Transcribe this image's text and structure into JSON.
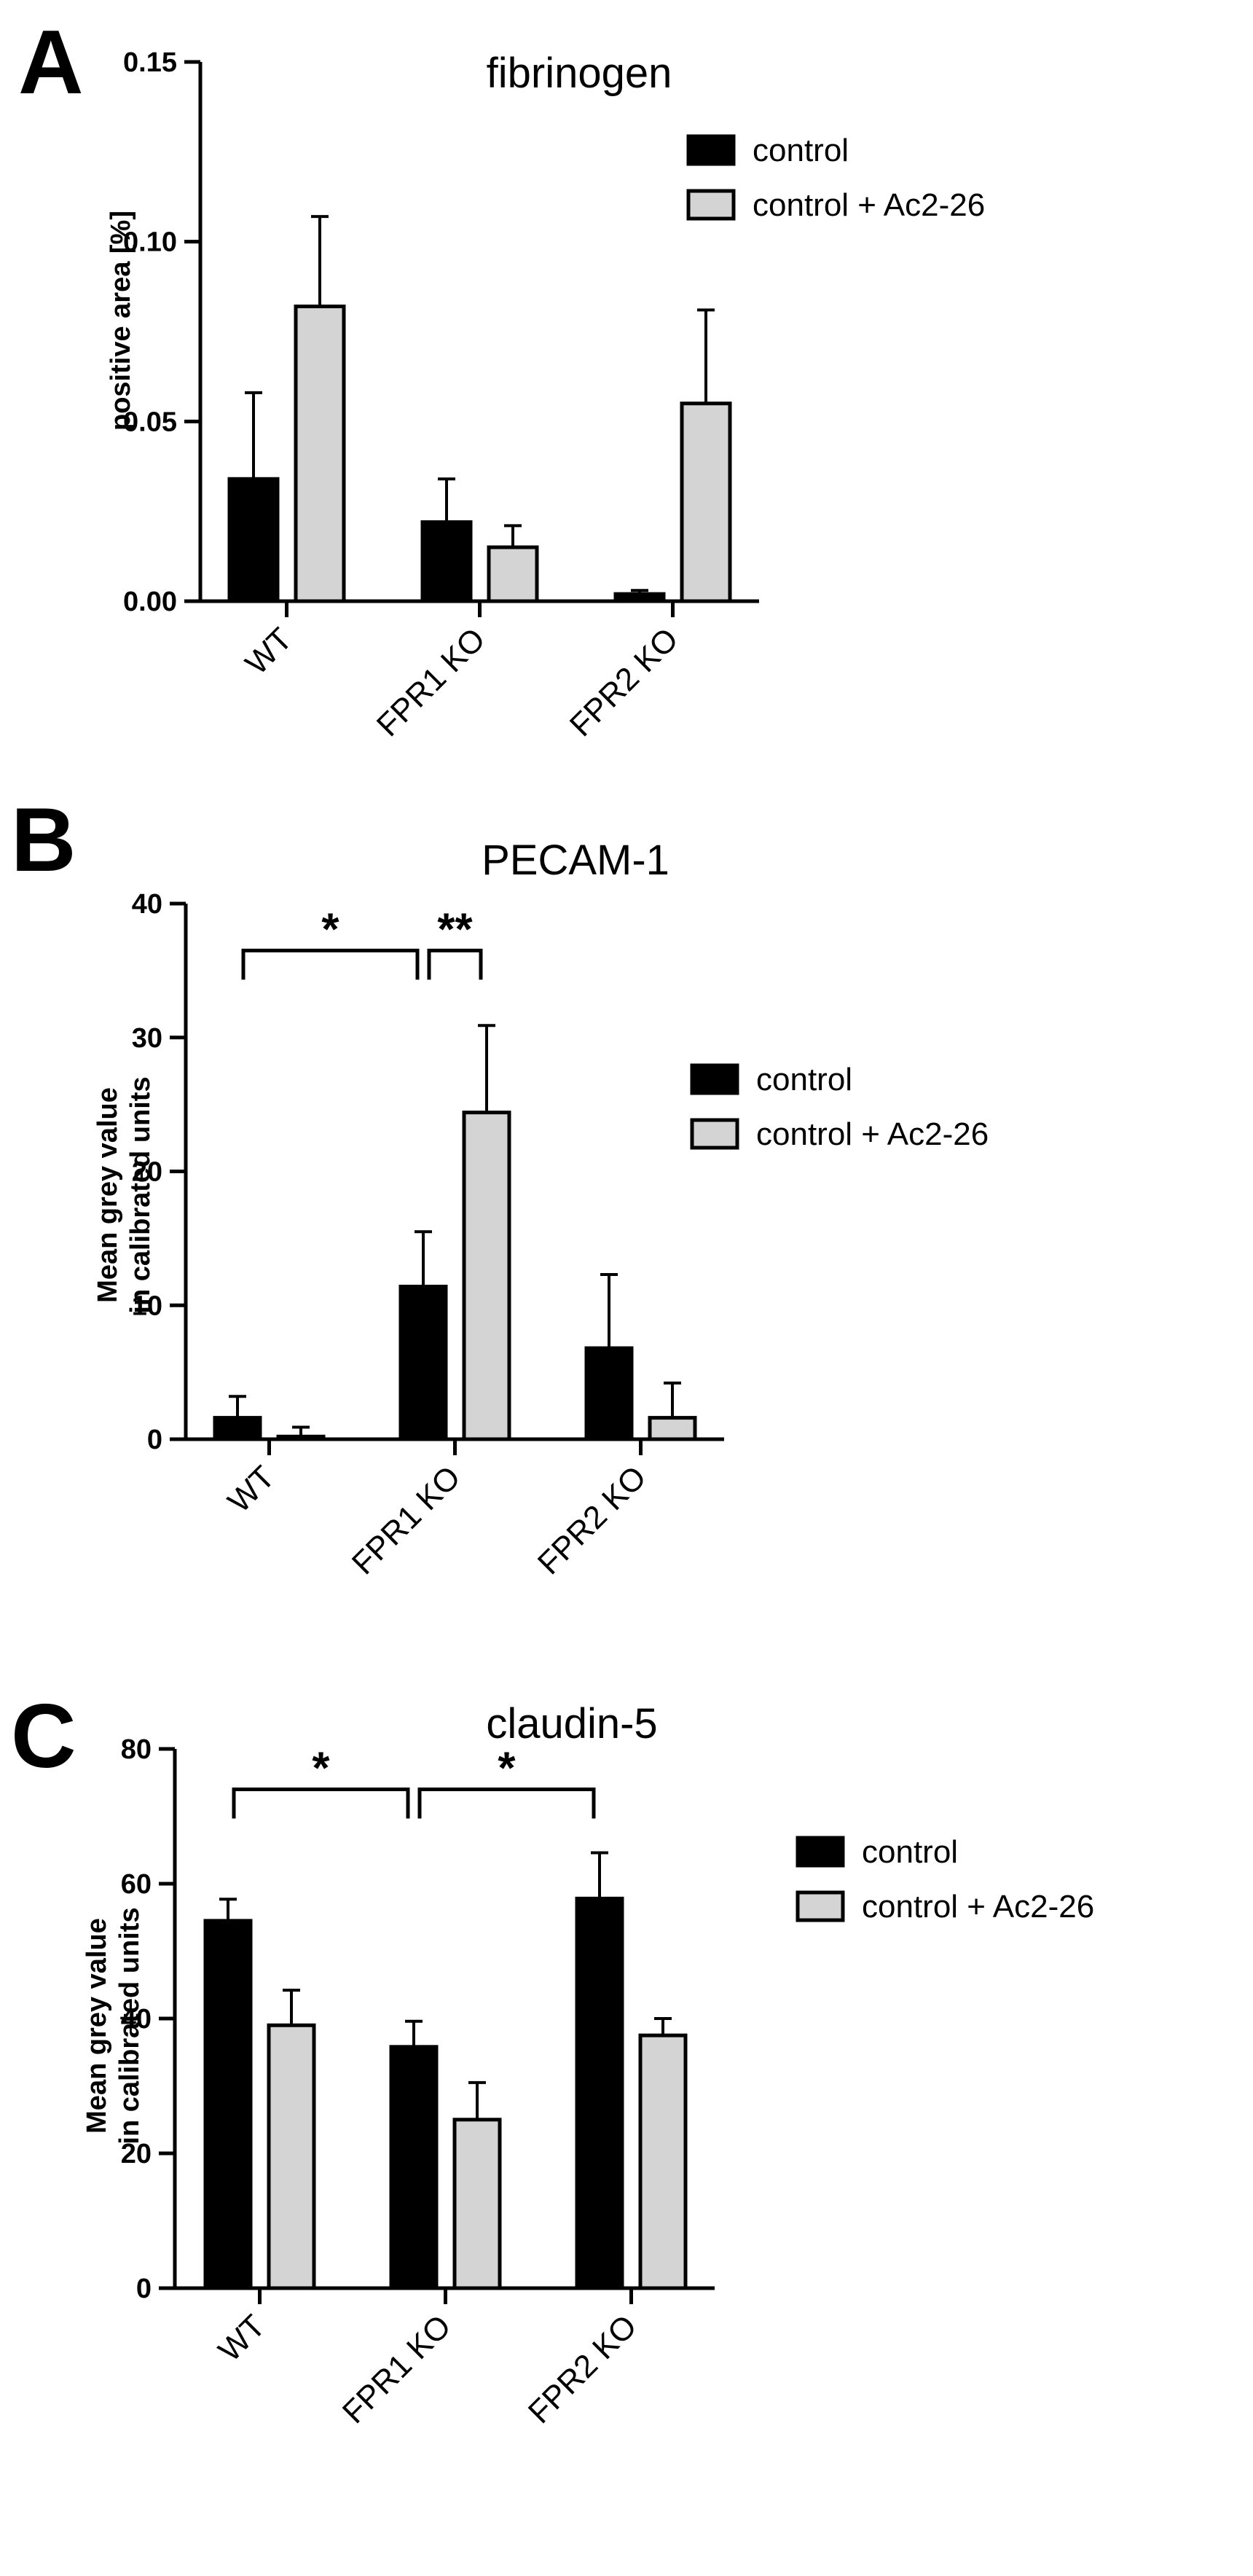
{
  "colors": {
    "control": "#000000",
    "control_ac2_26": "#d4d4d4",
    "axis": "#000000"
  },
  "chart_data": [
    {
      "panel": "A",
      "type": "bar",
      "title": "fibrinogen",
      "ylabel": "positive area [%]",
      "xlabel": "",
      "categories": [
        "WT",
        "FPR1 KO",
        "FPR2 KO"
      ],
      "series": [
        {
          "name": "control",
          "values": [
            0.034,
            0.022,
            0.002
          ],
          "errors": [
            0.024,
            0.012,
            0.001
          ]
        },
        {
          "name": "control + Ac2-26",
          "values": [
            0.082,
            0.015,
            0.055
          ],
          "errors": [
            0.025,
            0.006,
            0.026
          ]
        }
      ],
      "ylim": [
        0,
        0.15
      ],
      "yticks": [
        "0.00",
        "0.05",
        "0.10",
        "0.15"
      ],
      "legend": "top-right",
      "grid": false,
      "significance": []
    },
    {
      "panel": "B",
      "type": "bar",
      "title": "PECAM-1",
      "ylabel": [
        "Mean grey value",
        "in calibrated units"
      ],
      "xlabel": "",
      "categories": [
        "WT",
        "FPR1 KO",
        "FPR2 KO"
      ],
      "series": [
        {
          "name": "control",
          "values": [
            1.6,
            11.4,
            6.8
          ],
          "errors": [
            1.6,
            4.1,
            5.5
          ]
        },
        {
          "name": "control + Ac2-26",
          "values": [
            0.2,
            24.4,
            1.6
          ],
          "errors": [
            0.7,
            6.5,
            2.6
          ]
        }
      ],
      "ylim": [
        0,
        40
      ],
      "yticks": [
        "0",
        "10",
        "20",
        "30",
        "40"
      ],
      "legend": "center-right",
      "grid": false,
      "significance": [
        {
          "label": "*",
          "from": [
            0,
            0
          ],
          "to": [
            1,
            0
          ],
          "y": 36.5
        },
        {
          "label": "**",
          "from": [
            1,
            0
          ],
          "to": [
            1,
            1
          ],
          "y": 36.5
        }
      ]
    },
    {
      "panel": "C",
      "type": "bar",
      "title": "claudin-5",
      "ylabel": [
        "Mean grey value",
        "in calibrated units"
      ],
      "xlabel": "",
      "categories": [
        "WT",
        "FPR1 KO",
        "FPR2 KO"
      ],
      "series": [
        {
          "name": "control",
          "values": [
            54.5,
            35.8,
            57.8
          ],
          "errors": [
            3.2,
            3.8,
            6.8
          ]
        },
        {
          "name": "control + Ac2-26",
          "values": [
            39.0,
            25.0,
            37.5
          ],
          "errors": [
            5.2,
            5.5,
            2.5
          ]
        }
      ],
      "ylim": [
        0,
        80
      ],
      "yticks": [
        "0",
        "20",
        "40",
        "60",
        "80"
      ],
      "legend": "top-right",
      "grid": false,
      "significance": [
        {
          "label": "*",
          "from": [
            0,
            0
          ],
          "to": [
            1,
            0
          ],
          "y": 74
        },
        {
          "label": "*",
          "from": [
            1,
            0
          ],
          "to": [
            2,
            0
          ],
          "y": 74
        }
      ]
    }
  ]
}
